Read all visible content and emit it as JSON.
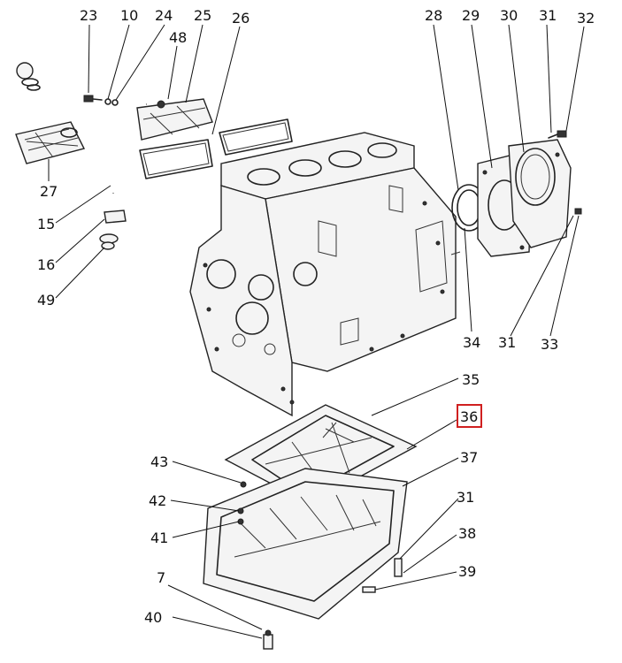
{
  "highlight": {
    "part": "36",
    "color": "#d02020"
  },
  "callouts": [
    {
      "id": "23",
      "label": "23"
    },
    {
      "id": "10",
      "label": "10"
    },
    {
      "id": "24",
      "label": "24"
    },
    {
      "id": "25",
      "label": "25"
    },
    {
      "id": "26",
      "label": "26"
    },
    {
      "id": "48",
      "label": "48"
    },
    {
      "id": "27",
      "label": "27"
    },
    {
      "id": "15",
      "label": "15"
    },
    {
      "id": "16",
      "label": "16"
    },
    {
      "id": "49",
      "label": "49"
    },
    {
      "id": "28",
      "label": "28"
    },
    {
      "id": "29",
      "label": "29"
    },
    {
      "id": "30",
      "label": "30"
    },
    {
      "id": "31a",
      "label": "31"
    },
    {
      "id": "32",
      "label": "32"
    },
    {
      "id": "34",
      "label": "34"
    },
    {
      "id": "31b",
      "label": "31"
    },
    {
      "id": "33",
      "label": "33"
    },
    {
      "id": "35",
      "label": "35"
    },
    {
      "id": "36",
      "label": "36"
    },
    {
      "id": "37",
      "label": "37"
    },
    {
      "id": "43",
      "label": "43"
    },
    {
      "id": "42",
      "label": "42"
    },
    {
      "id": "41",
      "label": "41"
    },
    {
      "id": "31c",
      "label": "31"
    },
    {
      "id": "38",
      "label": "38"
    },
    {
      "id": "39",
      "label": "39"
    },
    {
      "id": "7",
      "label": "7"
    },
    {
      "id": "40",
      "label": "40"
    }
  ]
}
